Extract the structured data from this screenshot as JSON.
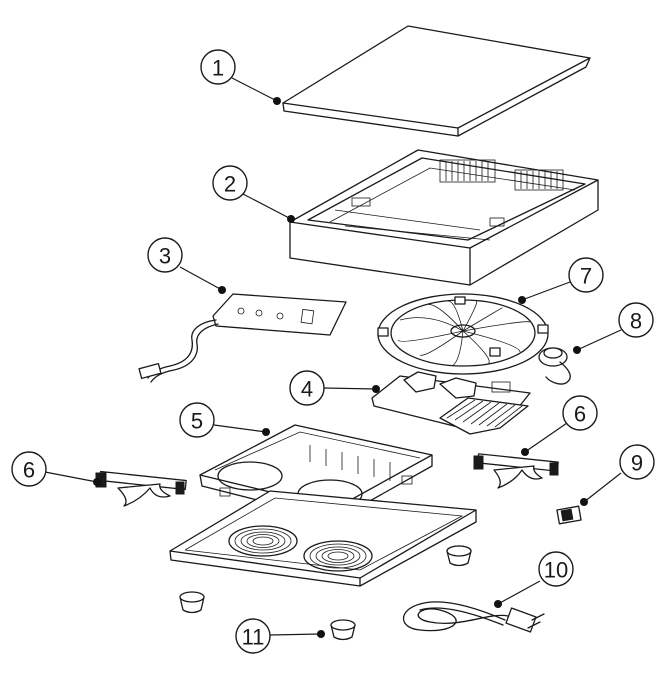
{
  "callouts": [
    {
      "id": "c1",
      "label": "1"
    },
    {
      "id": "c2",
      "label": "2"
    },
    {
      "id": "c3",
      "label": "3"
    },
    {
      "id": "c4",
      "label": "4"
    },
    {
      "id": "c5",
      "label": "5"
    },
    {
      "id": "c6a",
      "label": "6"
    },
    {
      "id": "c6b",
      "label": "6"
    },
    {
      "id": "c7",
      "label": "7"
    },
    {
      "id": "c8",
      "label": "8"
    },
    {
      "id": "c9",
      "label": "9"
    },
    {
      "id": "c10",
      "label": "10"
    },
    {
      "id": "c11",
      "label": "11"
    }
  ],
  "colors": {
    "line": "#1a1a1a",
    "background": "#ffffff"
  }
}
